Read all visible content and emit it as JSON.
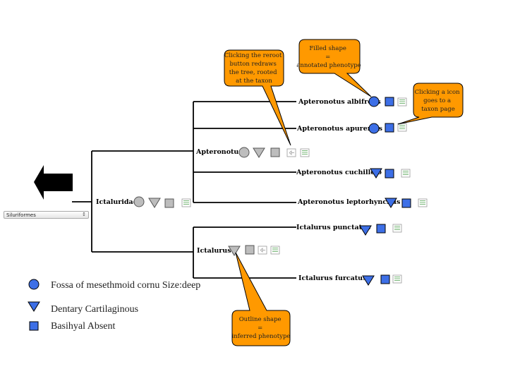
{
  "colors": {
    "node_blue": "#3d6fe6",
    "node_gray": "#bdbdbd",
    "callout_fill": "#ff9900",
    "line": "#000000"
  },
  "taxon_select": {
    "value": "Siluriformes",
    "arrow_icon": "up-down-arrows"
  },
  "back_arrow": {
    "icon": "left-arrow-icon"
  },
  "tree": {
    "root_label": "Ictaluridae",
    "nodes": {
      "apteronotus": "Apteronotus",
      "ictalurus": "Ictalurus"
    },
    "leaves": {
      "a_albifrons": "Apteronotus albifrons",
      "a_apurensis": "Apteronotus apurensis",
      "a_cuchillejo": "Apteronotus cuchillejo",
      "a_leptorhynchus": "Apteronotus leptorhynchus",
      "i_punctatus": "Ictalurus punctatus",
      "i_furcatus": "Ictalurus furcatus"
    }
  },
  "callouts": {
    "reroot": [
      "Clicking the reroot",
      "button redraws",
      "the tree, rooted",
      "at the taxon"
    ],
    "filled": [
      "Filled shape",
      "=",
      "annotated phenotype"
    ],
    "icon": [
      "Clicking a icon",
      "goes to a",
      "taxon page"
    ],
    "outline": [
      "Outline shape",
      "=",
      "inferred phenotype"
    ]
  },
  "legend": [
    {
      "shape": "circle",
      "text": "Fossa of mesethmoid cornu Size:deep"
    },
    {
      "shape": "triangle",
      "text": "Dentary Cartilaginous"
    },
    {
      "shape": "square",
      "text": "Basihyal Absent"
    }
  ]
}
